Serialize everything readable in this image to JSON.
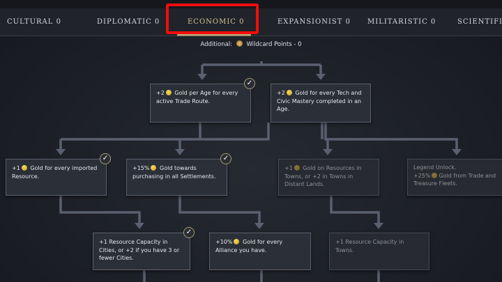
{
  "tabs": [
    {
      "label": "CULTURAL 0",
      "active": false
    },
    {
      "label": "DIPLOMATIC 0",
      "active": false
    },
    {
      "label": "ECONOMIC 0",
      "active": true
    },
    {
      "label": "EXPANSIONIST 0",
      "active": false
    },
    {
      "label": "MILITARISTIC 0",
      "active": false
    },
    {
      "label": "SCIENTIFIC",
      "active": false
    }
  ],
  "additional": {
    "prefix": "Additional:",
    "icon": "wildcard-icon",
    "text": "Wildcard Points - 0"
  },
  "highlight_color": "#f00d0d",
  "cards": [
    {
      "pre": "+2",
      "post": "Gold per Age for every active Trade Route.",
      "checked": true,
      "available": true
    },
    {
      "pre": "+2",
      "post": "Gold for every Tech and Civic Mastery completed in an Age.",
      "checked": false,
      "available": true
    },
    {
      "pre": "+1",
      "post": "Gold for every imported Resource.",
      "checked": true,
      "available": true
    },
    {
      "pre": "+15%",
      "post": "Gold towards purchasing in all Settlements.",
      "checked": true,
      "available": true
    },
    {
      "pre": "+1",
      "post": "Gold on Resources in Towns, or +2 in Towns in Distant Lands.",
      "checked": false,
      "available": false
    },
    {
      "title": "Legend Unlock.",
      "pre": "+25%",
      "post": "Gold from Trade and Treasure Fleets.",
      "checked": false,
      "available": false
    },
    {
      "text": "+1 Resource Capacity in Cities, or +2 if you have 3 or fewer Cities.",
      "checked": true,
      "available": true
    },
    {
      "pre": "+10%",
      "post": "Gold for every Alliance you have.",
      "checked": false,
      "available": true
    },
    {
      "text": "+1 Resource Capacity in Towns.",
      "checked": false,
      "available": false
    }
  ]
}
